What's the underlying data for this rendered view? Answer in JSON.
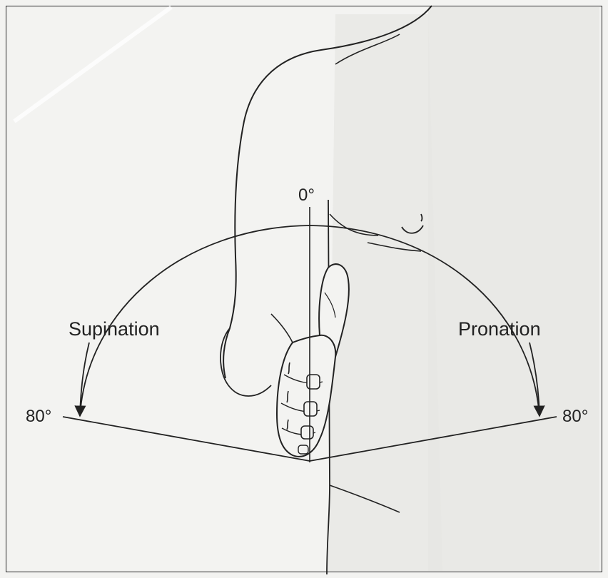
{
  "labels": {
    "zero": "0°",
    "left_motion": "Supination",
    "right_motion": "Pronation",
    "left_angle": "80°",
    "right_angle": "80°"
  },
  "colors": {
    "ink": "#222222",
    "paper": "#f3f3f1",
    "shade": "#e4e4e1"
  }
}
